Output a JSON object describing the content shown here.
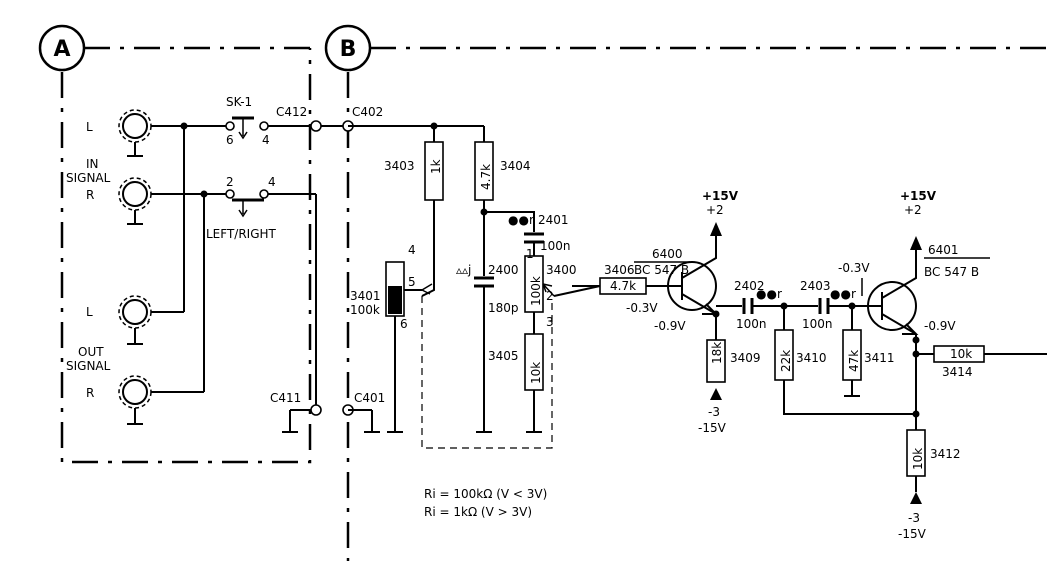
{
  "blocks": {
    "a": "A",
    "b": "B"
  },
  "switch": {
    "name": "SK-1",
    "pin6": "6",
    "pin4a": "4",
    "pin2": "2",
    "pin4b": "4",
    "caption": "LEFT/RIGHT"
  },
  "inputs": {
    "l": "L",
    "in1": "IN",
    "in2": "SIGNAL",
    "r": "R"
  },
  "outputs": {
    "l": "L",
    "out1": "OUT",
    "out2": "SIGNAL",
    "r": "R"
  },
  "connectors": {
    "c412": "C412",
    "c402": "C402",
    "c411": "C411",
    "c401": "C401"
  },
  "pot3401": {
    "ref": "3401",
    "value": "100k",
    "pin4": "4",
    "pin5": "5",
    "pin6": "6"
  },
  "r3403": {
    "ref": "3403",
    "value": "1k"
  },
  "r3404": {
    "ref": "3404",
    "value": "4.7k"
  },
  "c2401": {
    "ref": "2401",
    "value": "100n",
    "mark": "●●r"
  },
  "c2400": {
    "ref": "2400",
    "value": "180p",
    "mark": "▵▵j"
  },
  "pot3400": {
    "ref": "3400",
    "value": "100k",
    "pin1": "1",
    "pin2": "2",
    "pin3": "3"
  },
  "r3405": {
    "ref": "3405",
    "value": "10k"
  },
  "r3406": {
    "ref": "3406",
    "value": "4.7k"
  },
  "t6400": {
    "ref": "6400",
    "type": "BC 547 B",
    "supply": "+15V",
    "supply2": "+2",
    "vb": "-0.3V",
    "ve": "-0.9V"
  },
  "c2402": {
    "ref": "2402",
    "value": "100n",
    "mark": "●●r"
  },
  "c2403": {
    "ref": "2403",
    "value": "100n",
    "mark": "●●r"
  },
  "r3409": {
    "ref": "3409",
    "value": "18k",
    "supply": "-3",
    "supply2": "-15V"
  },
  "r3410": {
    "ref": "3410",
    "value": "22k"
  },
  "r3411": {
    "ref": "3411",
    "value": "47k"
  },
  "t6401": {
    "ref": "6401",
    "type": "BC 547 B",
    "supply": "+15V",
    "supply2": "+2",
    "vb": "-0.3V",
    "ve": "-0.9V"
  },
  "r3414": {
    "ref": "3414",
    "value": "10k"
  },
  "r3412": {
    "ref": "3412",
    "value": "10k",
    "supply": "-3",
    "supply2": "-15V"
  },
  "notes": {
    "line1": "Ri = 100kΩ (V < 3V)",
    "line2": "Ri = 1kΩ (V > 3V)"
  }
}
